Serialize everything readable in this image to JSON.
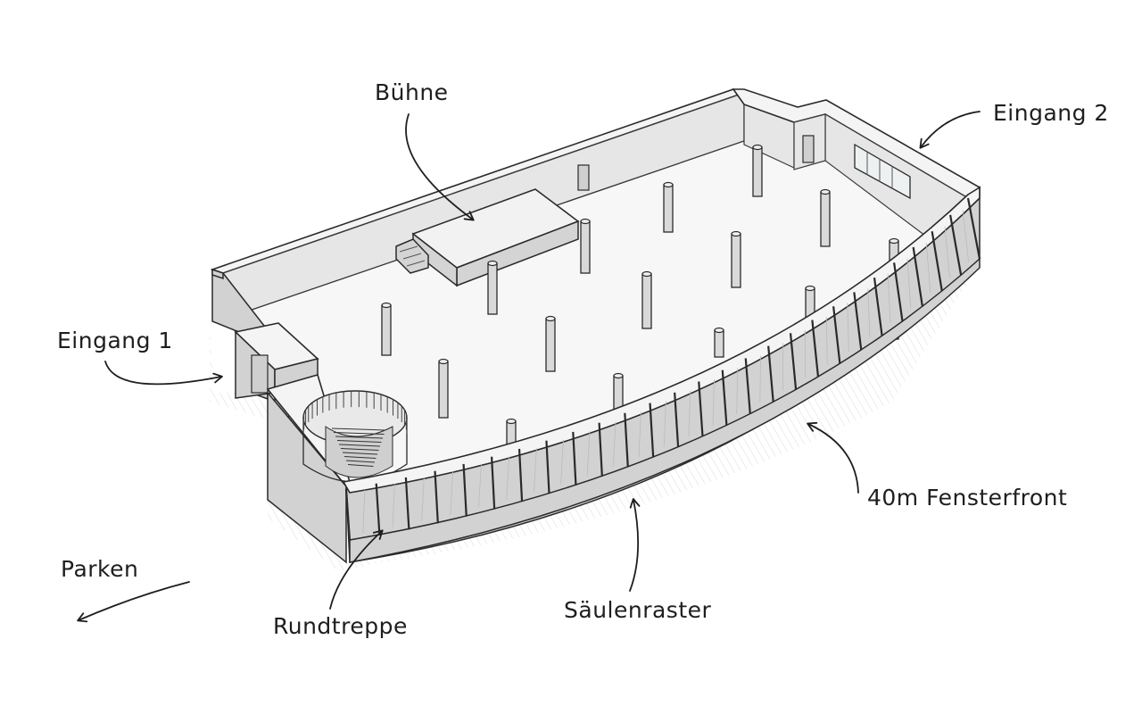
{
  "labels": {
    "stage": "Bühne",
    "entrance_2": "Eingang 2",
    "entrance_1": "Eingang 1",
    "window_front": "40m Fensterfront",
    "parking": "Parken",
    "spiral_stair": "Rundtreppe",
    "column_grid": "Säulenraster"
  },
  "colors": {
    "ink": "#2a2a2a",
    "paper": "#ffffff",
    "shade": "#d2d2d2"
  }
}
